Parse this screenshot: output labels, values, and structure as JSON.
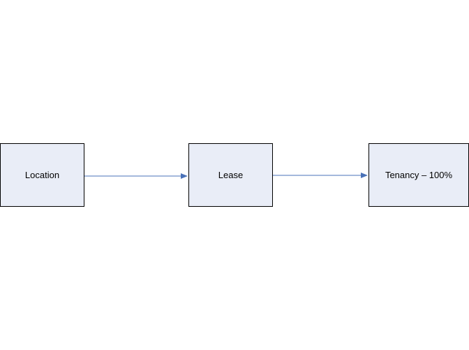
{
  "diagram": {
    "nodes": [
      {
        "id": "location",
        "label": "Location"
      },
      {
        "id": "lease",
        "label": "Lease"
      },
      {
        "id": "tenancy",
        "label": "Tenancy – 100%"
      }
    ],
    "edges": [
      {
        "from": "location",
        "to": "lease"
      },
      {
        "from": "lease",
        "to": "tenancy"
      }
    ],
    "colors": {
      "node_fill": "#e9edf7",
      "node_border": "#000000",
      "arrow": "#4a72b8"
    }
  }
}
